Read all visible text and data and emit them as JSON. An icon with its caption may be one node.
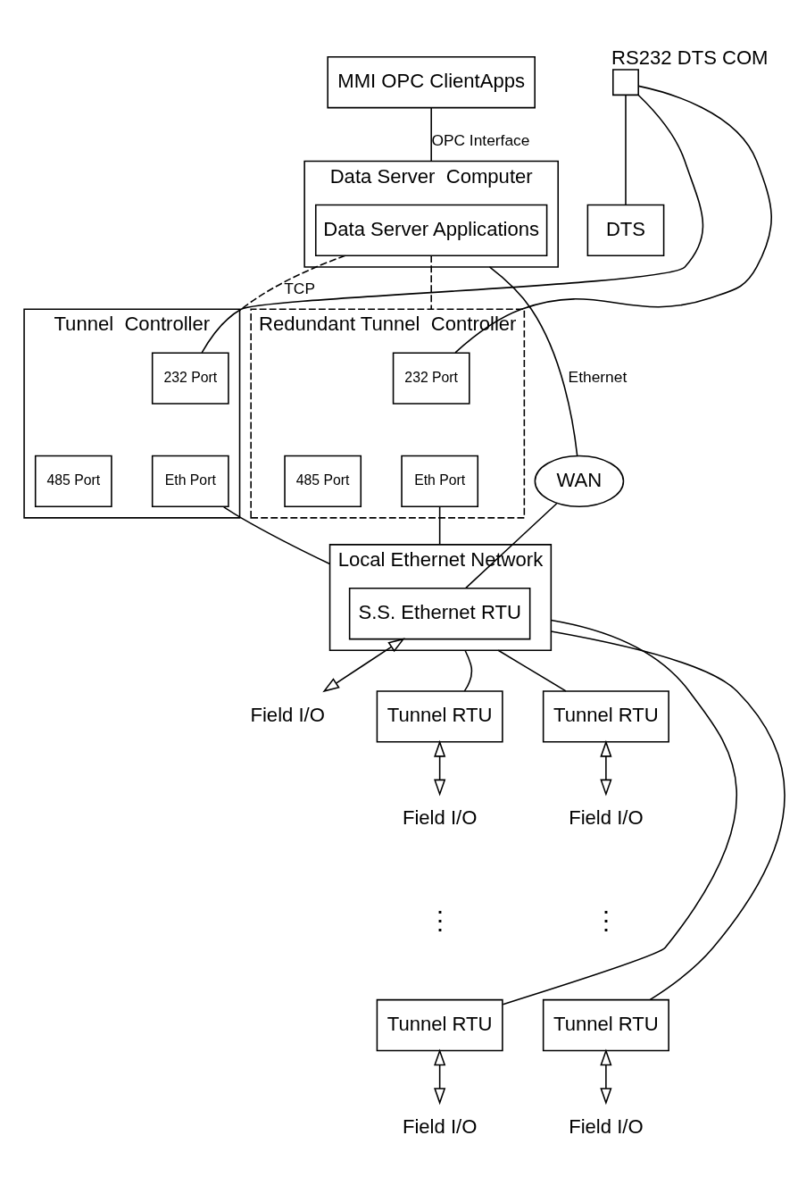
{
  "diagram": {
    "nodes": [
      {
        "text": [
          "MMI OPC ClientApps"
        ]
      },
      {
        "text": [
          "Data Server  Computer"
        ]
      },
      {
        "text": [
          "Data Server Applications"
        ],
        "in": 1
      },
      {
        "text": [
          "WAN"
        ]
      },
      {
        "text": [
          "DTS"
        ]
      },
      {
        "text": [],
        "shape": "box",
        "beside": [
          "RS232 DTS COM"
        ]
      },
      {
        "text": [
          "Tunnel  Controller"
        ]
      },
      {
        "text": [
          "232 Port"
        ],
        "in": 6
      },
      {
        "text": [
          "485 Port"
        ],
        "in": 6
      },
      {
        "text": [
          "Eth Port"
        ],
        "in": 6
      },
      {
        "text": [
          "Redundant Tunnel  Controller"
        ]
      },
      {
        "text": [
          "232 Port"
        ],
        "in": 10
      },
      {
        "text": [
          "485 Port"
        ],
        "in": 10
      },
      {
        "text": [
          "Eth Port"
        ],
        "in": 10
      },
      {
        "text": [
          "Local Ethernet Network"
        ]
      },
      {
        "text": [
          "S.S. Ethernet RTU"
        ],
        "in": 14
      },
      {
        "text": [
          "Field I/O"
        ]
      },
      {
        "text": [
          "Tunnel RTU"
        ]
      },
      {
        "text": [
          "Field I/O"
        ]
      },
      {
        "text": [
          "Tunnel RTU"
        ]
      },
      {
        "text": [
          "Field I/O"
        ]
      },
      {
        "text": [
          "Tunnel RTU"
        ]
      },
      {
        "text": [
          "Field I/O"
        ]
      },
      {
        "text": [
          "Tunnel RTU"
        ]
      },
      {
        "text": [
          "Field I/O"
        ]
      }
    ],
    "edges": [
      {
        "from": 0,
        "to": 1,
        "arrow": "none",
        "label": "OPC Interface"
      },
      {
        "from": 1,
        "to": 3,
        "arrow": "none",
        "label": "Ethernet"
      },
      {
        "from": 2,
        "to": 6,
        "arrow": "none",
        "label": "TCP",
        "style": "dashed"
      },
      {
        "from": 2,
        "to": 10,
        "arrow": "none",
        "style": "dashed"
      },
      {
        "from": 3,
        "to": 15,
        "arrow": "none"
      },
      {
        "from": 7,
        "to": 5,
        "arrow": "none"
      },
      {
        "from": 11,
        "to": 5,
        "arrow": "none"
      },
      {
        "from": 5,
        "to": 4,
        "arrow": "none"
      },
      {
        "from": 9,
        "to": 14,
        "arrow": "none"
      },
      {
        "from": 13,
        "to": 14,
        "arrow": "none"
      },
      {
        "from": 17,
        "to": 14,
        "arrow": "none"
      },
      {
        "from": 19,
        "to": 14,
        "arrow": "none"
      },
      {
        "from": 21,
        "to": 14,
        "arrow": "none"
      },
      {
        "from": 23,
        "to": 14,
        "arrow": "none"
      },
      {
        "from": 15,
        "to": 16,
        "arrow": "both"
      },
      {
        "from": 17,
        "to": 18,
        "arrow": "both"
      },
      {
        "from": 19,
        "to": 20,
        "arrow": "both"
      },
      {
        "from": 21,
        "to": 22,
        "arrow": "both"
      },
      {
        "from": 23,
        "to": 24,
        "arrow": "both"
      }
    ],
    "labels": [
      "⋮",
      "⋮"
    ]
  }
}
